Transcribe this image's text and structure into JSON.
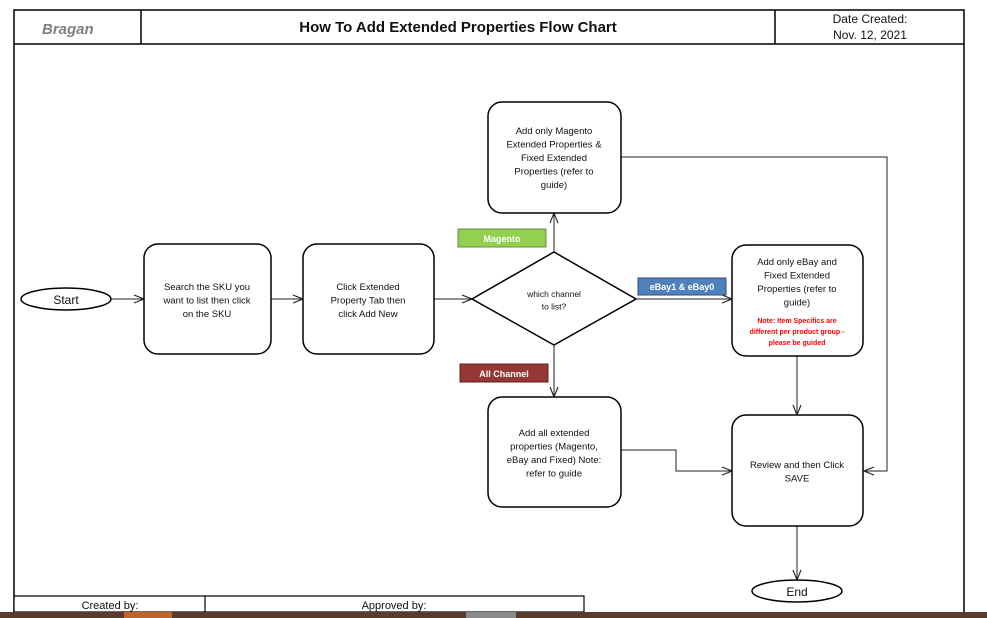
{
  "header": {
    "logo_text": "Bragan",
    "title": "How To Add Extended Properties Flow Chart",
    "date_label": "Date Created:",
    "date_value": "Nov. 12, 2021"
  },
  "footer": {
    "created_by_label": "Created by:",
    "approved_by_label": "Approved by:"
  },
  "nodes": {
    "start": [
      "Start"
    ],
    "search": [
      "Search the SKU you",
      "want to list then click",
      "on the SKU"
    ],
    "click_tab": [
      "Click Extended",
      "Property Tab then",
      "click Add New"
    ],
    "decision": [
      "which channel",
      "to list?"
    ],
    "magento_box": [
      "Add only Magento",
      "Extended Properties &",
      "Fixed Extended",
      "Properties (refer to",
      "guide)"
    ],
    "ebay_box": [
      "Add only eBay and",
      "Fixed Extended",
      "Properties (refer to",
      "guide)"
    ],
    "ebay_note": [
      "Note: Item Specifics are",
      "different per product group -",
      "please be guided"
    ],
    "all_box": [
      "Add all extended",
      "properties (Magento,",
      "eBay and Fixed) Note:",
      "refer to guide"
    ],
    "review": [
      "Review and then Click",
      "SAVE"
    ],
    "end": [
      "End"
    ]
  },
  "labels": {
    "magento": "Magento",
    "ebay": "eBay1 & eBay0",
    "all_channel": "All Channel"
  },
  "colors": {
    "magento_tag": "#92d050",
    "ebay_tag": "#4f81bd",
    "all_tag": "#953735",
    "note_text": "#ff0000",
    "logo": "#7f7f7f"
  }
}
